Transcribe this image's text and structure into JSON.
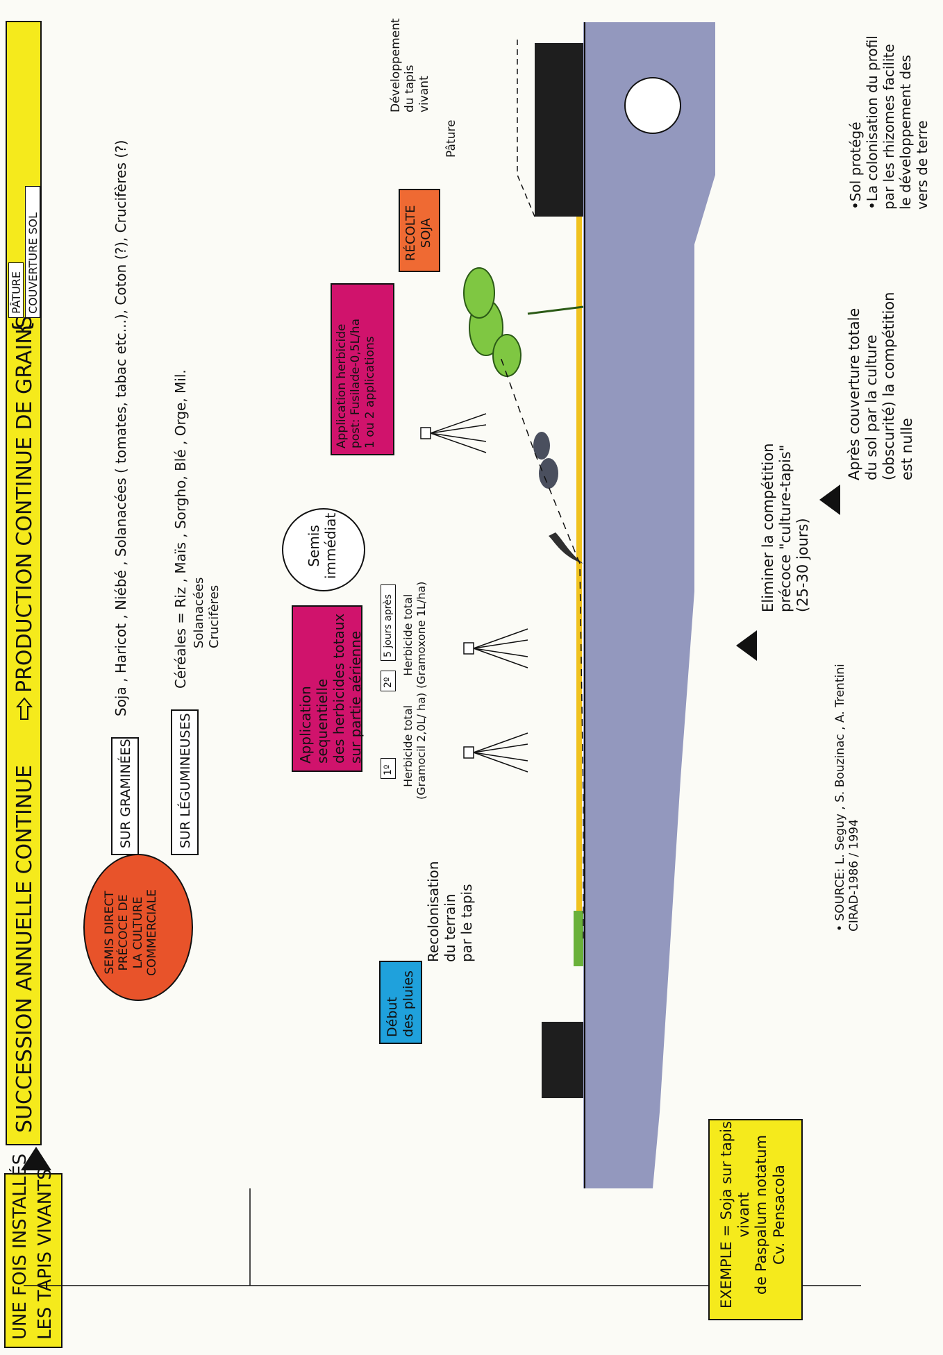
{
  "colors": {
    "yellow": "#f5ea1c",
    "orange_red": "#e8532a",
    "magenta": "#d0136c",
    "blue": "#1fa1dc",
    "orange": "#ef6a33",
    "soil": "#8a8fb8",
    "grass": "#1e1e1e",
    "leaf": "#7fc742"
  },
  "header": {
    "installed_line1": "UNE FOIS INSTALLÉS",
    "installed_line2": "LES TAPIS VIVANTS",
    "succession": "SUCCESSION ANNUELLE CONTINUE",
    "production": "PRODUCTION CONTINUE DE GRAINS",
    "pature": "PÂTURE",
    "couverture": "COUVERTURE SOL"
  },
  "semis_direct": "SEMIS DIRECT\nPRÉCOCE DE\nLA CULTURE\nCOMMERCIALE",
  "branches": {
    "graminees": "SUR GRAMINÉES",
    "graminees_list": "Soja , Haricot , Niébé , Solanacées ( tomates, tabac etc...), Coton (?), Crucifères (?)",
    "legumineuses": "SUR LÉGUMINEUSES",
    "legumineuses_list": "Céréales = Riz , Maïs , Sorgho, Blé , Orge, Mil.",
    "legumineuses_extra": "Solanacées\nCrucifères"
  },
  "application_box": "Application sequentielle\ndes herbicides totaux\nsur partie aérienne",
  "step1": {
    "badge": "1º",
    "label": "Herbicide total\n(Gramocil 2,0L/ ha)"
  },
  "step2": {
    "badge": "2º",
    "days": "5 jours après",
    "label": "Herbicide total\n(Gramoxone 1L/ha)"
  },
  "semis_immediat": "Semis\nimmédiat",
  "post_box": "Application herbicide\npost: Fusilade-0,5L/ha\n1 ou 2 applications",
  "recolte": "RÉCOLTE\nSOJA",
  "developpement": "Développement du tapis\nvivant",
  "pature_label": "Pâture",
  "debut_pluies": "Début\ndes pluies",
  "recolonisation": "Recolonisation\ndu terrain\npar le tapis",
  "eliminer": "Eliminer la compétition\nprécoce \"culture-tapis\"\n(25-30 jours)",
  "apres": "Après couverture totale\ndu sol par la culture\n(obscurité) la compétition\nest nulle",
  "sol_protege": "•Sol protégé\n•La colonisation du profil\npar les rhizomes facilite\nle développement des\nvers de terre",
  "exemple": "EXEMPLE = Soja sur tapis vivant\nde Paspalum notatum\nCv. Pensacola",
  "source": "• SOURCE: L. Seguy , S. Bouzinac , A. Trentini\nCIRAD-1986 / 1994"
}
